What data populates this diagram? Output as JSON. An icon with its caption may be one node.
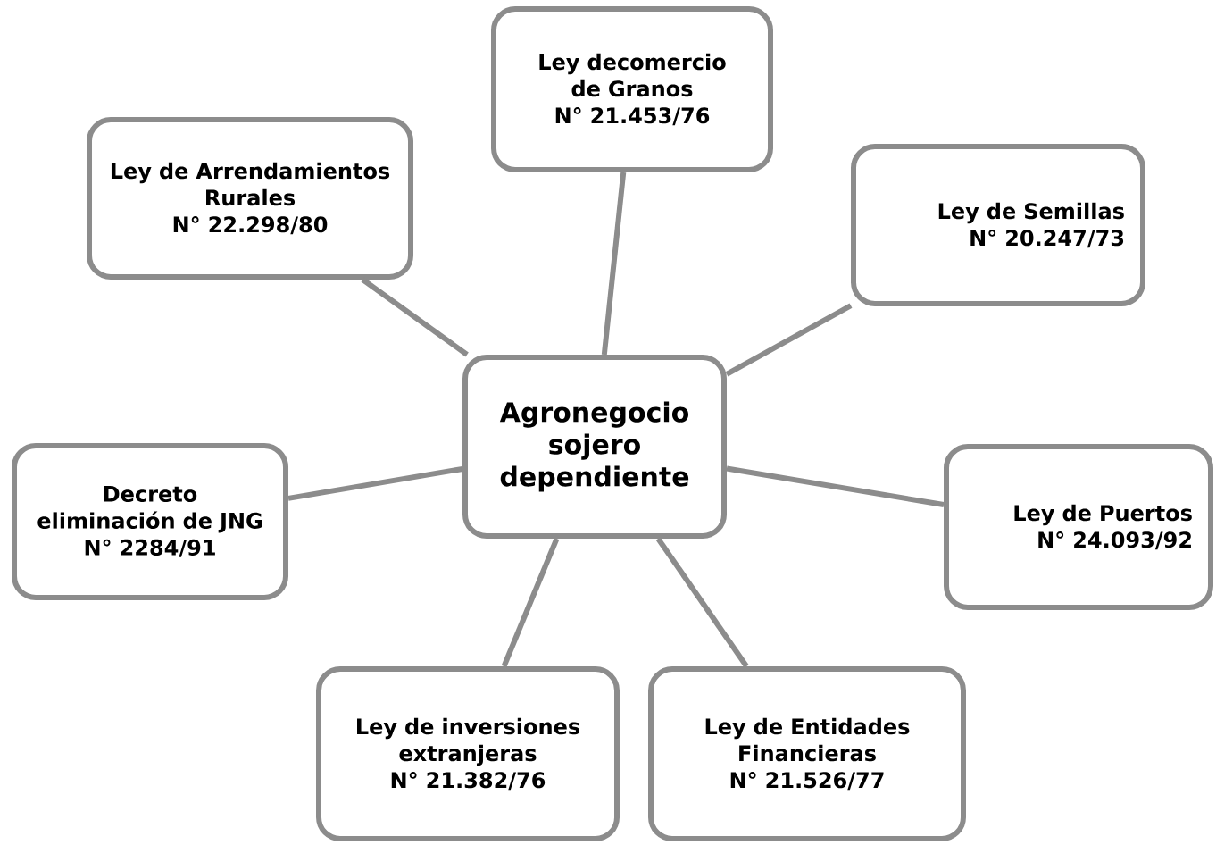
{
  "diagram": {
    "nodes": [
      {
        "text": [
          "Agronegocio sojero dependiente"
        ]
      },
      {
        "text": [
          "Ley decomercio de Granos",
          "N° 21.453/76"
        ]
      },
      {
        "text": [
          "Ley de Arrendamientos Rurales",
          "N° 22.298/80"
        ]
      },
      {
        "text": [
          "Ley de Semillas",
          "N° 20.247/73"
        ]
      },
      {
        "text": [
          "Decreto eliminación de JNG",
          "N° 2284/91"
        ]
      },
      {
        "text": [
          "Ley de Puertos",
          "N° 24.093/92"
        ]
      },
      {
        "text": [
          "Ley de inversiones extranjeras",
          "N° 21.382/76"
        ]
      },
      {
        "text": [
          "Ley de Entidades Financieras",
          "N° 21.526/77"
        ]
      }
    ],
    "edges": [
      {
        "from": 0,
        "to": 1,
        "arrow": "none"
      },
      {
        "from": 0,
        "to": 2,
        "arrow": "none"
      },
      {
        "from": 0,
        "to": 3,
        "arrow": "none"
      },
      {
        "from": 0,
        "to": 4,
        "arrow": "none"
      },
      {
        "from": 0,
        "to": 5,
        "arrow": "none"
      },
      {
        "from": 0,
        "to": 6,
        "arrow": "none"
      },
      {
        "from": 0,
        "to": 7,
        "arrow": "none"
      }
    ]
  }
}
